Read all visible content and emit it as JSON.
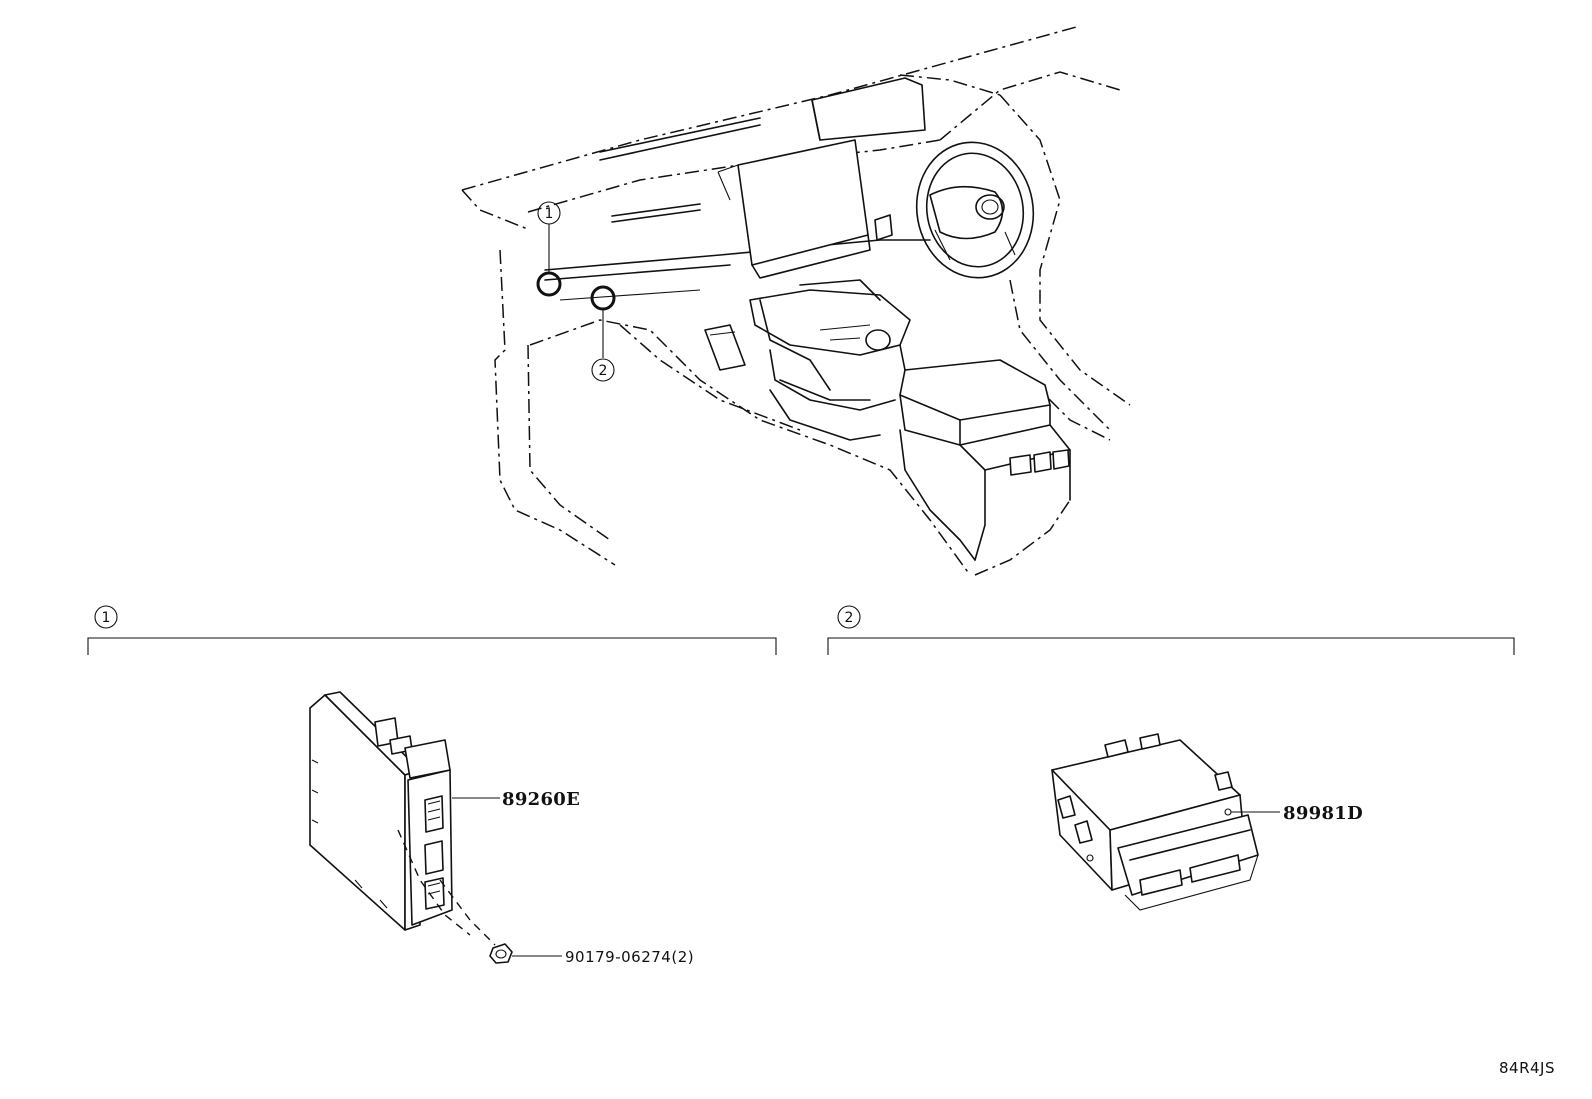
{
  "callouts": {
    "c1": "1",
    "c2": "2"
  },
  "sections": {
    "s1_marker": "1",
    "s2_marker": "2"
  },
  "parts": {
    "p1": "89260E",
    "p2": "90179-06274(2)",
    "p3": "89981D"
  },
  "diagram_code": "84R4JS"
}
